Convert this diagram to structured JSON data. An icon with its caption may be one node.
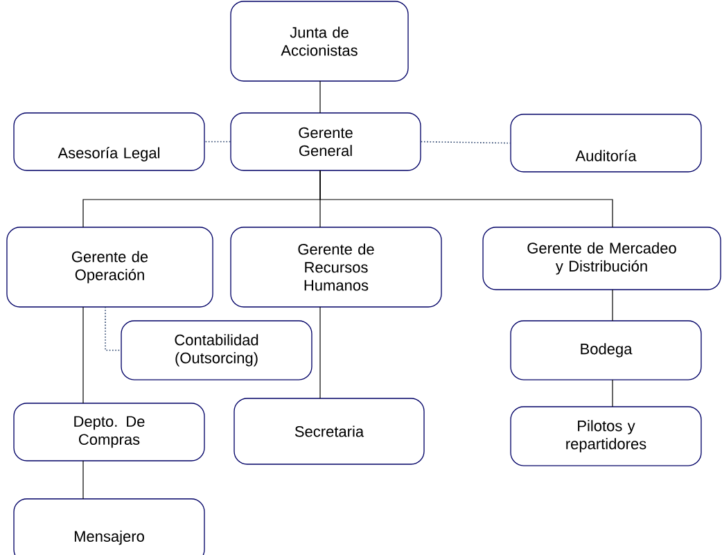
{
  "diagram": {
    "nodes": [
      {
        "text": [
          "Junta de Accionistas"
        ]
      },
      {
        "text": [
          "Asesoría Legal"
        ]
      },
      {
        "text": [
          "Gerente General"
        ]
      },
      {
        "text": [
          "Auditoría"
        ]
      },
      {
        "text": [
          "Gerente de Operación"
        ]
      },
      {
        "text": [
          "Gerente de Recursos Humanos"
        ]
      },
      {
        "text": [
          "Gerente de Mercadeo y Distribución"
        ]
      },
      {
        "text": [
          "Contabilidad (Outsorcing)"
        ]
      },
      {
        "text": [
          "Bodega"
        ]
      },
      {
        "text": [
          "Depto. De Compras"
        ]
      },
      {
        "text": [
          "Secretaria"
        ]
      },
      {
        "text": [
          "Pilotos y repartidores"
        ]
      },
      {
        "text": [
          "Mensajero"
        ]
      }
    ],
    "edges": [
      {
        "from": 0,
        "to": 2,
        "arrow": "none"
      },
      {
        "from": 2,
        "to": 1,
        "arrow": "none",
        "style": "dashed",
        "color": "#1f3864"
      },
      {
        "from": 2,
        "to": 3,
        "arrow": "none",
        "style": "dashed",
        "color": "#1f3864"
      },
      {
        "from": 2,
        "to": 4,
        "arrow": "none"
      },
      {
        "from": 2,
        "to": 5,
        "arrow": "none"
      },
      {
        "from": 2,
        "to": 6,
        "arrow": "none"
      },
      {
        "from": 4,
        "to": 7,
        "arrow": "none",
        "style": "dashed",
        "color": "#1f3864"
      },
      {
        "from": 4,
        "to": 9,
        "arrow": "none"
      },
      {
        "from": 5,
        "to": 10,
        "arrow": "none"
      },
      {
        "from": 6,
        "to": 8,
        "arrow": "none"
      },
      {
        "from": 8,
        "to": 11,
        "arrow": "none"
      },
      {
        "from": 9,
        "to": 12,
        "arrow": "none"
      }
    ]
  }
}
